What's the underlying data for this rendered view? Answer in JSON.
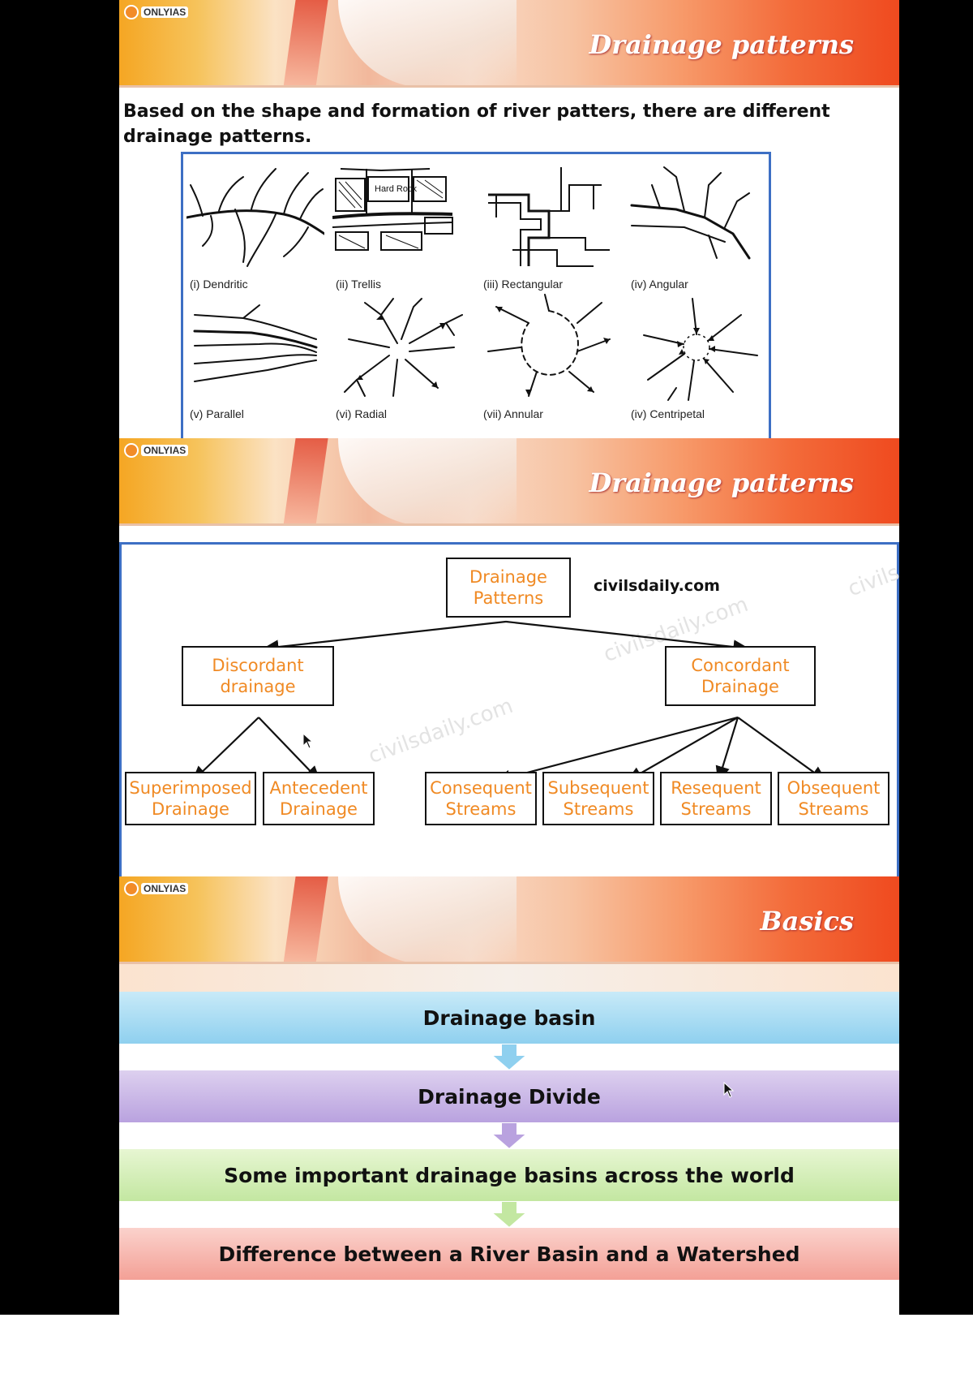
{
  "brand": {
    "logo_text": "ONLYIAS"
  },
  "slides": [
    {
      "title": "Drainage patterns",
      "intro": "Based on the shape and formation of river patters, there are different drainage patterns.",
      "figure": {
        "hard_rock_label": "Hard Rock",
        "patterns": [
          "(i)  Dendritic",
          "(ii)  Trellis",
          "(iii)  Rectangular",
          "(iv)  Angular",
          "(v)  Parallel",
          "(vi)  Radial",
          "(vii)  Annular",
          "(iv)  Centripetal"
        ]
      }
    },
    {
      "title": "Drainage patterns",
      "credit": "civilsdaily.com",
      "watermarks": [
        "civilsdaily.com",
        "civilsdaily.com",
        "civils"
      ],
      "tree": {
        "root": "Drainage Patterns",
        "discordant": {
          "label": "Discordant drainage",
          "children": [
            "Superimposed Drainage",
            "Antecedent Drainage"
          ]
        },
        "concordant": {
          "label": "Concordant Drainage",
          "children": [
            "Consequent Streams",
            "Subsequent Streams",
            "Resequent Streams",
            "Obsequent Streams"
          ]
        }
      }
    },
    {
      "title": "Basics",
      "steps": [
        "Drainage basin",
        "Drainage Divide",
        "Some important drainage basins across the world",
        "Difference between a River Basin and a Watershed"
      ]
    }
  ],
  "colors": {
    "box_text": "#f08a24",
    "frame_border": "#3d6fc4",
    "banner_right": "#ef4a1f",
    "step_blue": "#8fd0ef",
    "step_purple": "#b9a2df",
    "step_green": "#c3e7a1",
    "step_red": "#f3a096"
  }
}
